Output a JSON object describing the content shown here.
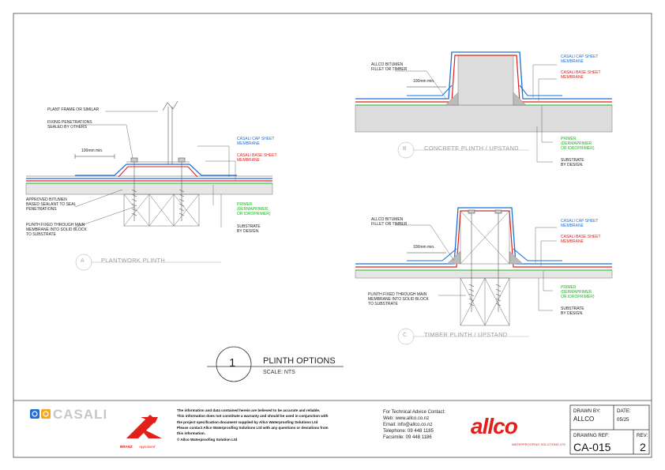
{
  "colors": {
    "cap_sheet": "#1e6fd9",
    "base_sheet": "#e0201b",
    "primer": "#1bb51b",
    "substrate": "#d9d9d9",
    "line": "#333333"
  },
  "detail_a": {
    "letter": "A",
    "caption": "PLANTWORK PLINTH",
    "plant_frame": "PLANT FRAME OR SIMILAR",
    "fixing": "FIXING PENETRATIONS\nSEALED BY OTHERS",
    "dim": "100mm min.",
    "cap": "CASALI CAP SHEET\nMEMBRANE",
    "base": "CASALI BASE SHEET\nMEMBRANE",
    "sealant": "APPROVED BITUMEN\nBASED SEALANT TO SEAL\nPENETRATIONS",
    "primer": "PRIMER\n(DERMAPRIMER\nOR IDROPRIMER)",
    "plinth_fixed": "PLINTH FIXED THROUGH MAIN\nMEMBRANE INTO SOLID BLOCK\nTO SUBSTRATE",
    "substrate": "SUBSTRATE\nBY DESIGN."
  },
  "detail_b": {
    "letter": "B",
    "caption": "CONCRETE PLINTH / UPSTAND",
    "fillet": "ALLCO BITUMEN\nFILLET OR TIMBER",
    "dim": "100mm min.",
    "cap": "CASALI CAP SHEET\nMEMBRANE",
    "base": "CASALI BASE SHEET\nMEMBRANE",
    "primer": "PRIMER\n(DERMAPRIMER\nOR IDROPRIMER)",
    "substrate": "SUBSTRATE\nBY DESIGN."
  },
  "detail_c": {
    "letter": "C",
    "caption": "TIMBER PLINTH / UPSTAND",
    "fillet": "ALLCO BITUMEN\nFILLET OR TIMBER",
    "dim": "100mm min.",
    "cap": "CASALI CAP SHEET\nMEMBRANE",
    "base": "CASALI BASE SHEET\nMEMBRANE",
    "plinth_fixed": "PLINTH FIXED THROUGH MAIN\nMEMBRANE INTO SOLID BLOCK\nTO SUBSTRATE",
    "primer": "PRIMER\n(DERMAPRIMER\nOR IDROPRIMER)",
    "substrate": "SUBSTRATE\nBY DESIGN."
  },
  "title": {
    "number": "1",
    "name": "PLINTH OPTIONS",
    "scale": "SCALE: NTS"
  },
  "titleblock": {
    "brand": "CASALI",
    "branz": "BRANZ",
    "branz_approved": "Appraised",
    "disclaimer": "The information and data contained herein are believed to be accurate and reliable.\nThis information does not constitute a warranty and should be used in conjunction with\nthe project specification document supplied by Allco Waterproofing Solutions Ltd\nPlease contact Allco Waterproofing Solutions Ltd with any questions or deviations from\nthis information.\n© Allco Waterproofing Solution Ltd",
    "contact": "For Technical Advice Contact:\nWeb: www.allco.co.nz\nEmail: info@allco.co.nz\nTelephone: 09 448 1185\nFacsimile: 09 448 1186",
    "allco": "allco",
    "allco_sub": "WATERPROOFING SOLUTIONS LTD",
    "drawn_by_label": "DRAWN BY:",
    "drawn_by": "ALLCO",
    "date_label": "DATE:",
    "date": "05/25",
    "ref_label": "DRAWING REF:",
    "ref": "CA-015",
    "rev_label": "REV:",
    "rev": "2"
  }
}
